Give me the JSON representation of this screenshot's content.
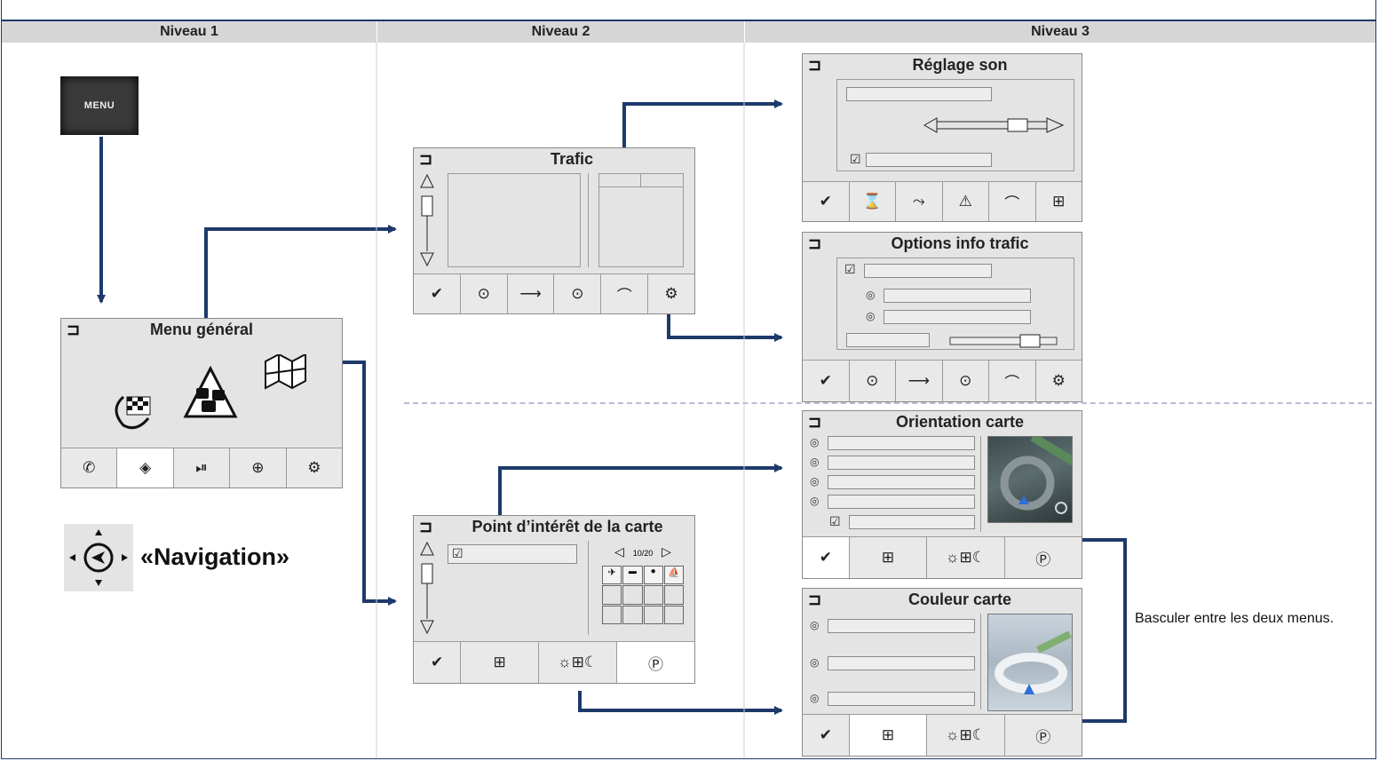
{
  "headers": {
    "col1": "Niveau 1",
    "col2": "Niveau 2",
    "col3": "Niveau 3"
  },
  "menu_button": {
    "label": "MENU"
  },
  "navigation": {
    "label": "«Navigation»"
  },
  "menu_general": {
    "title": "Menu général"
  },
  "trafic": {
    "title": "Trafic"
  },
  "poi": {
    "title": "Point d’intérêt de la carte",
    "pager": "10/20"
  },
  "reglage_son": {
    "title": "Réglage son"
  },
  "options_trafic": {
    "title": "Options info trafic"
  },
  "orientation": {
    "title": "Orientation carte"
  },
  "couleur": {
    "title": "Couleur carte"
  },
  "note": {
    "text": "Basculer entre les deux menus."
  },
  "colors": {
    "arrow": "#1d3a6b",
    "header_bg": "#d6d6d6",
    "screen_bg": "#e4e4e4"
  },
  "icons": {
    "back": "back-arrow-icon",
    "check": "check-icon",
    "map": "map-icon",
    "day_night": "day-night-map-icon",
    "poi": "poi-parking-icon",
    "settings": "gear-icon"
  }
}
